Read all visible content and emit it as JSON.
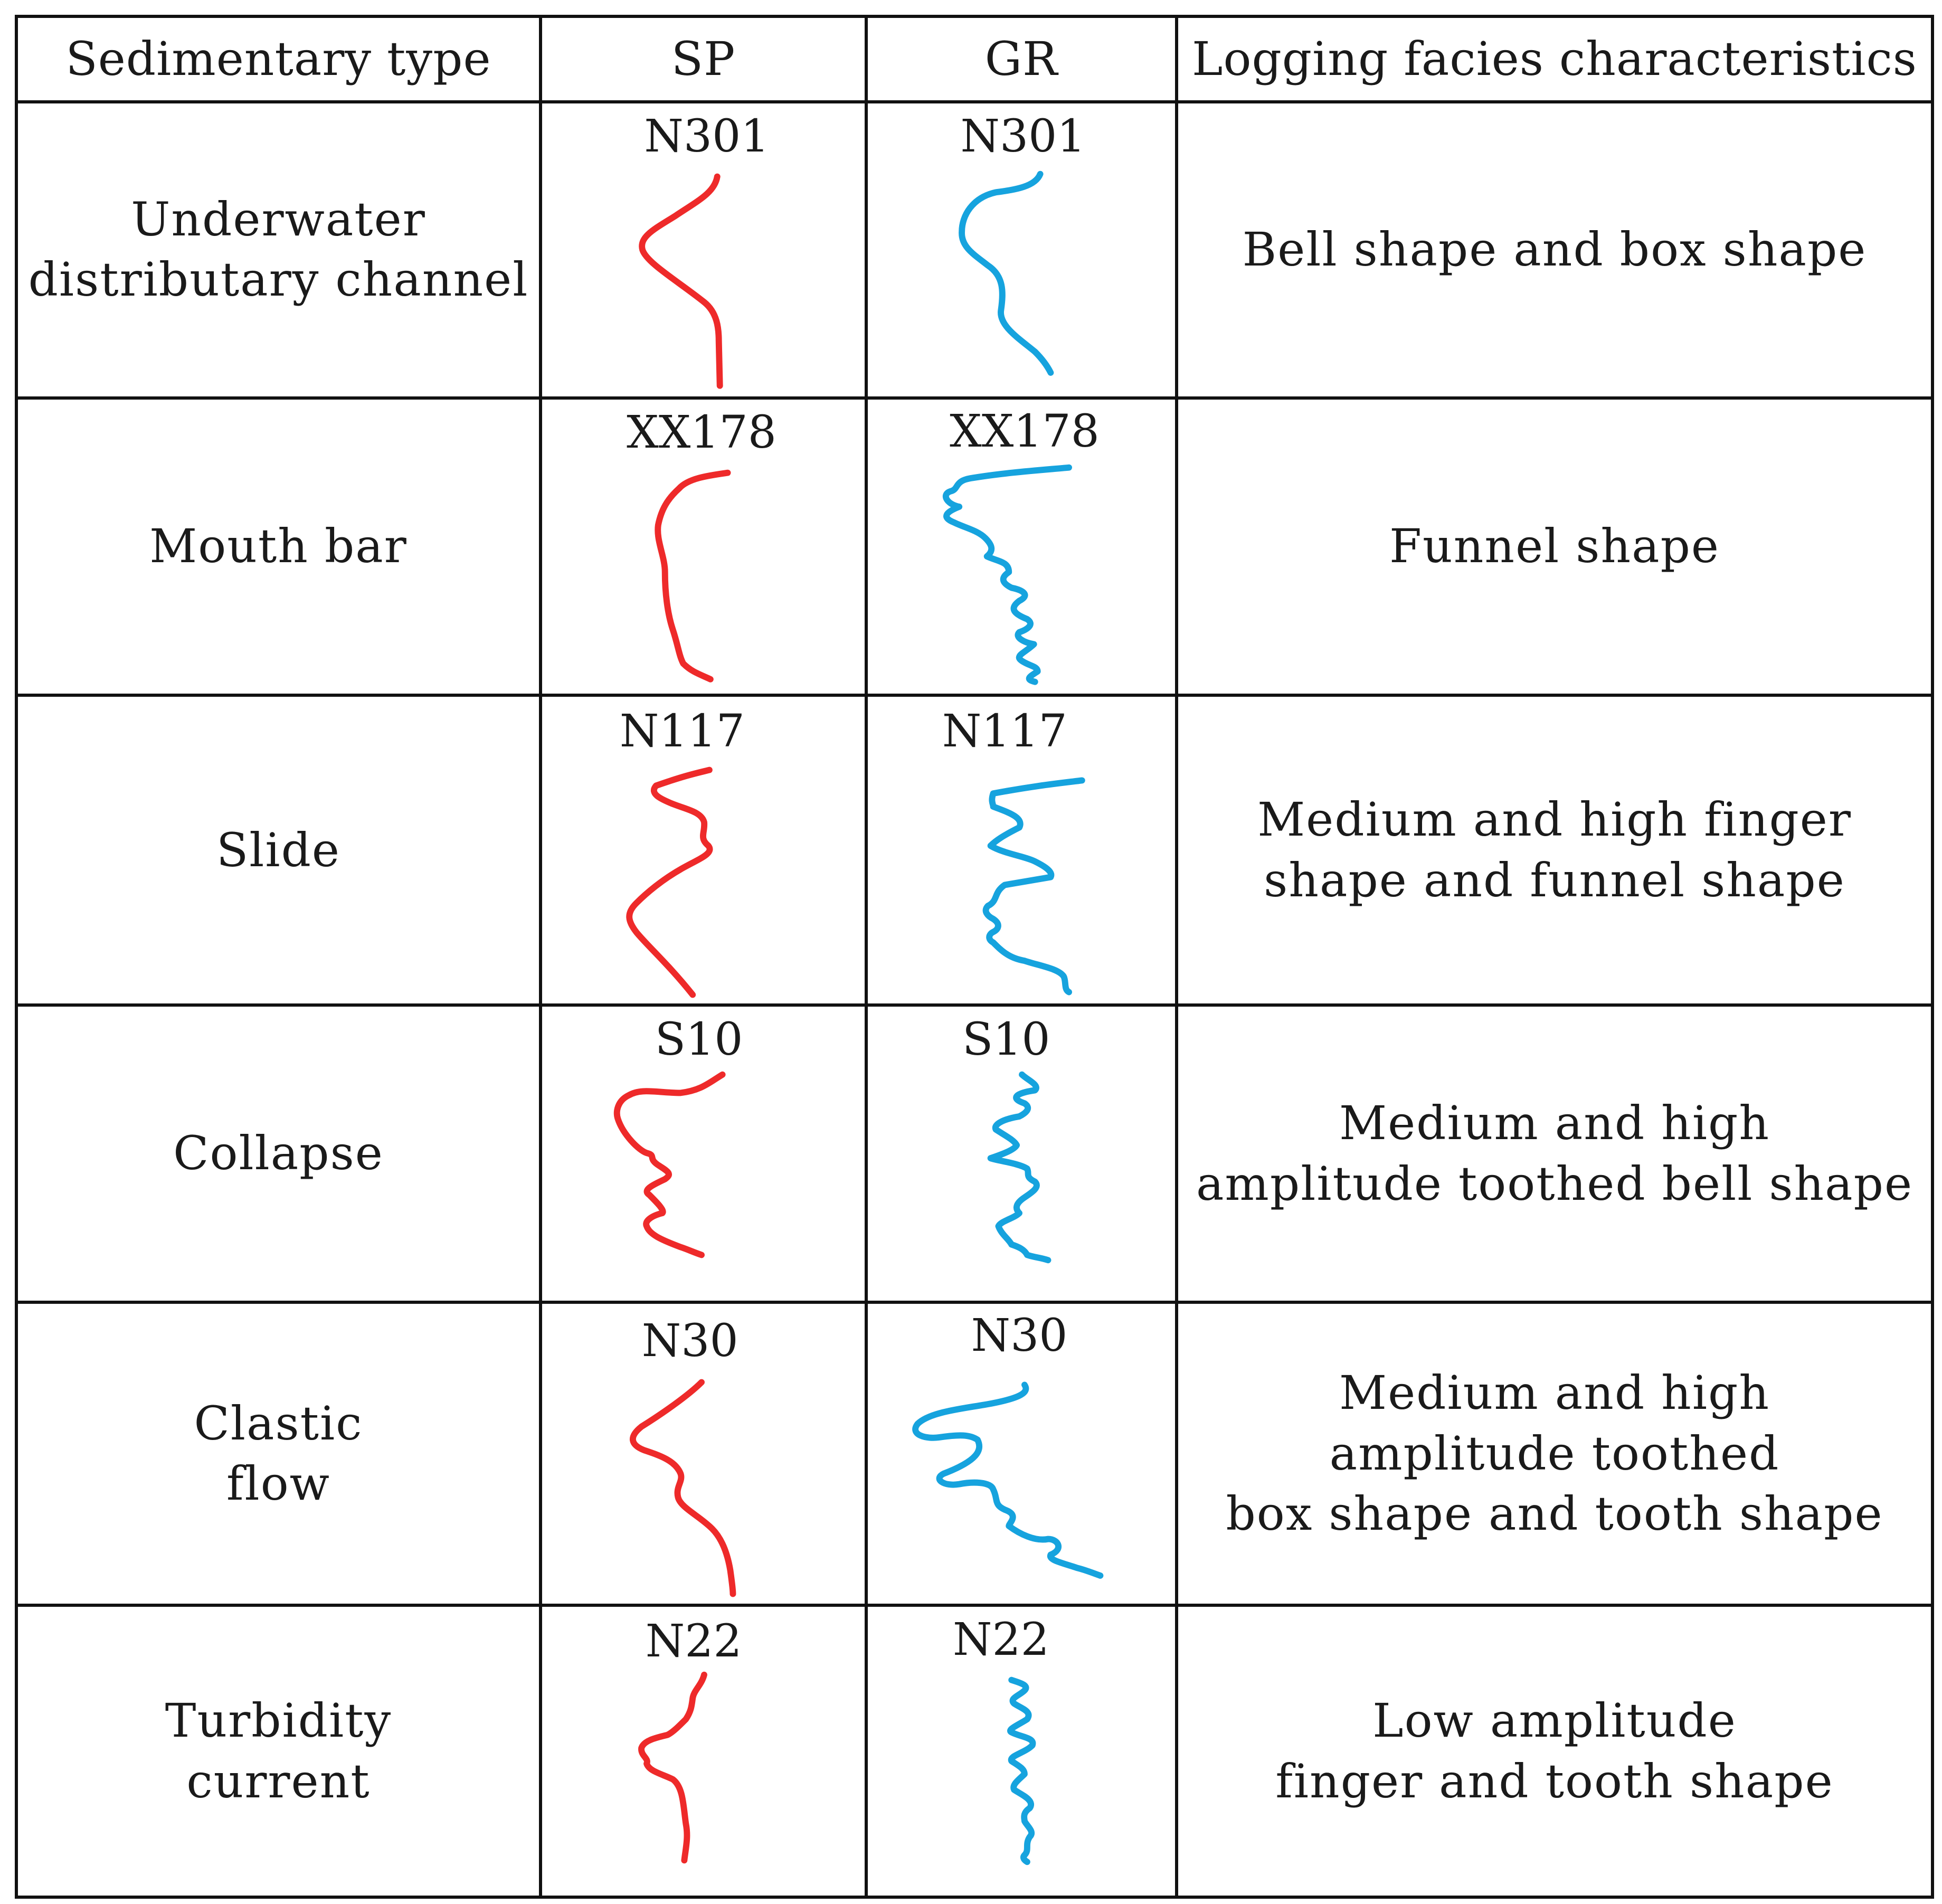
{
  "colors": {
    "sp_curve": "#ee2a2a",
    "gr_curve": "#16a3de",
    "grid": "#111111"
  },
  "headers": {
    "type": "Sedimentary type",
    "sp": "SP",
    "gr": "GR",
    "characteristics": "Logging facies characteristics"
  },
  "rows": [
    {
      "type_lines": [
        "Underwater",
        "distributary channel"
      ],
      "sp_well": "N301",
      "gr_well": "N301",
      "characteristics_lines": [
        "Bell shape and box shape"
      ]
    },
    {
      "type_lines": [
        "Mouth bar"
      ],
      "sp_well": "XX178",
      "gr_well": "XX178",
      "characteristics_lines": [
        "Funnel shape"
      ]
    },
    {
      "type_lines": [
        "Slide"
      ],
      "sp_well": "N117",
      "gr_well": "N117",
      "characteristics_lines": [
        "Medium and high finger",
        "shape and funnel shape"
      ]
    },
    {
      "type_lines": [
        "Collapse"
      ],
      "sp_well": "S10",
      "gr_well": "S10",
      "characteristics_lines": [
        "Medium and high",
        "amplitude toothed bell shape"
      ]
    },
    {
      "type_lines": [
        "Clastic",
        "flow"
      ],
      "sp_well": "N30",
      "gr_well": "N30",
      "characteristics_lines": [
        "Medium and high",
        "amplitude toothed",
        "box shape and tooth shape"
      ]
    },
    {
      "type_lines": [
        "Turbidity",
        "current"
      ],
      "sp_well": "N22",
      "gr_well": "N22",
      "characteristics_lines": [
        "Low amplitude",
        "finger and tooth shape"
      ]
    }
  ]
}
